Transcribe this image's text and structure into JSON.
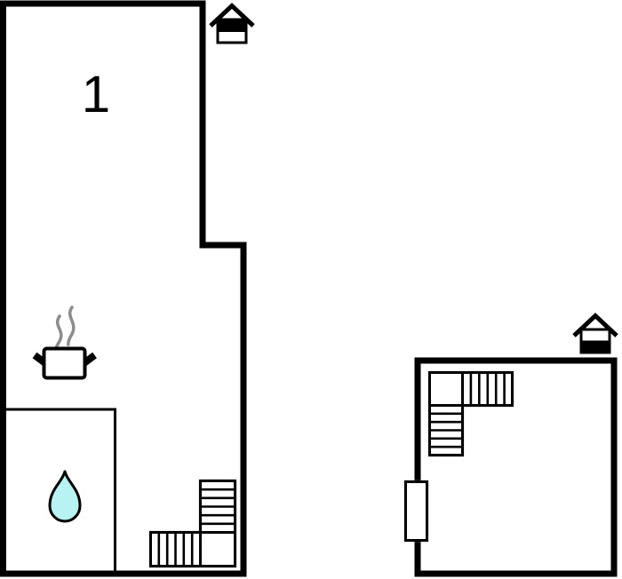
{
  "page": {
    "background": "#ffffff",
    "kind": "floor-plan"
  },
  "colors": {
    "wall": "#000000",
    "stair_outline": "#000000",
    "steam": "#8c8c8c",
    "water_drop_fill": "#b9f2f3",
    "water_drop_outline": "#000000",
    "house_icon": "#000000"
  },
  "units": [
    {
      "label": "1",
      "level_marker": "house-icon-top-half-filled",
      "symbols": [
        "stove-pot-with-steam-icon",
        "water-drop-icon",
        "l-shaped-staircase"
      ],
      "rooms": [
        "main-room",
        "bathroom"
      ]
    },
    {
      "label": "",
      "level_marker": "house-icon-bottom-half-filled",
      "symbols": [
        "l-shaped-staircase",
        "window-symbol"
      ],
      "rooms": [
        "single-room"
      ]
    }
  ]
}
